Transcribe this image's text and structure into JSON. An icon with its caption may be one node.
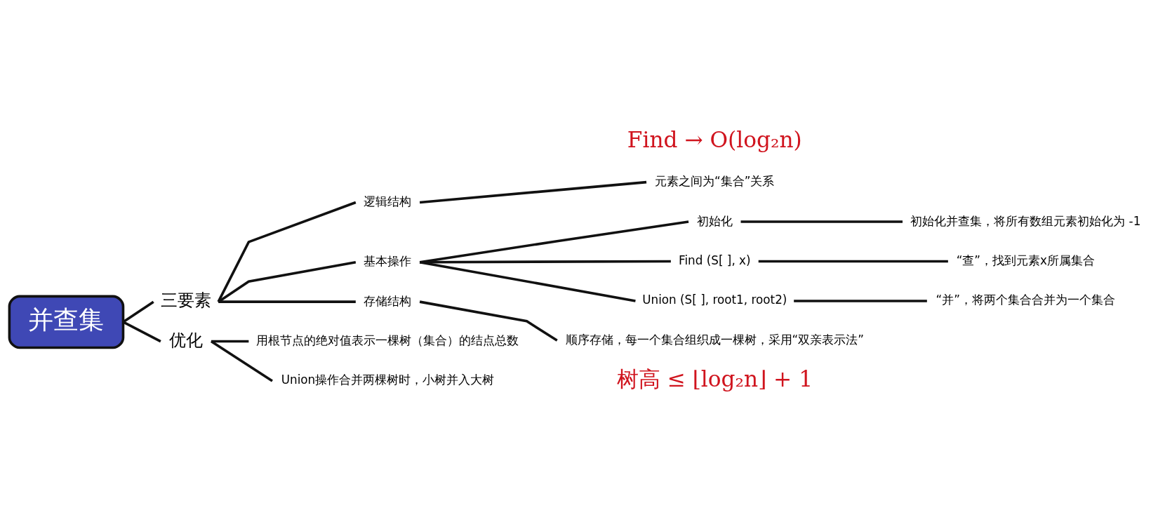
{
  "diagram": {
    "nodes": [
      {
        "text": [
          "并查集"
        ]
      },
      {
        "text": [
          "三要素"
        ]
      },
      {
        "text": [
          "逻辑结构"
        ]
      },
      {
        "text": [
          "元素之间为“集合”关系"
        ]
      },
      {
        "text": [
          "基本操作"
        ]
      },
      {
        "text": [
          "初始化"
        ]
      },
      {
        "text": [
          "初始化并查集，将所有数组元素初始化为 -1"
        ]
      },
      {
        "text": [
          "Find (S[ ], x)"
        ]
      },
      {
        "text": [
          "“查”，找到元素x所属集合"
        ]
      },
      {
        "text": [
          "Union (S[ ], root1, root2)"
        ]
      },
      {
        "text": [
          "“并”，将两个集合合并为一个集合"
        ]
      },
      {
        "text": [
          "存储结构"
        ]
      },
      {
        "text": [
          "顺序存储，每一个集合组织成一棵树，采用“双亲表示法”"
        ]
      },
      {
        "text": [
          "优化"
        ]
      },
      {
        "text": [
          "用根节点的绝对值表示一棵树（集合）的结点总数"
        ]
      },
      {
        "text": [
          "Union操作合并两棵树时，小树并入大树"
        ]
      }
    ],
    "edges": [
      {
        "from": 0,
        "to": 1,
        "arrow": "none"
      },
      {
        "from": 0,
        "to": 13,
        "arrow": "none"
      },
      {
        "from": 1,
        "to": 2,
        "arrow": "none"
      },
      {
        "from": 1,
        "to": 4,
        "arrow": "none"
      },
      {
        "from": 1,
        "to": 11,
        "arrow": "none"
      },
      {
        "from": 2,
        "to": 3,
        "arrow": "none"
      },
      {
        "from": 4,
        "to": 5,
        "arrow": "none"
      },
      {
        "from": 4,
        "to": 7,
        "arrow": "none"
      },
      {
        "from": 4,
        "to": 9,
        "arrow": "none"
      },
      {
        "from": 5,
        "to": 6,
        "arrow": "none"
      },
      {
        "from": 7,
        "to": 8,
        "arrow": "none"
      },
      {
        "from": 9,
        "to": 10,
        "arrow": "none"
      },
      {
        "from": 11,
        "to": 12,
        "arrow": "none"
      },
      {
        "from": 13,
        "to": 14,
        "arrow": "none"
      },
      {
        "from": 13,
        "to": 15,
        "arrow": "none"
      }
    ],
    "labels": [
      "树高 ≤ ⌊log₂n⌋ + 1",
      "Find → O(log₂n)"
    ]
  }
}
